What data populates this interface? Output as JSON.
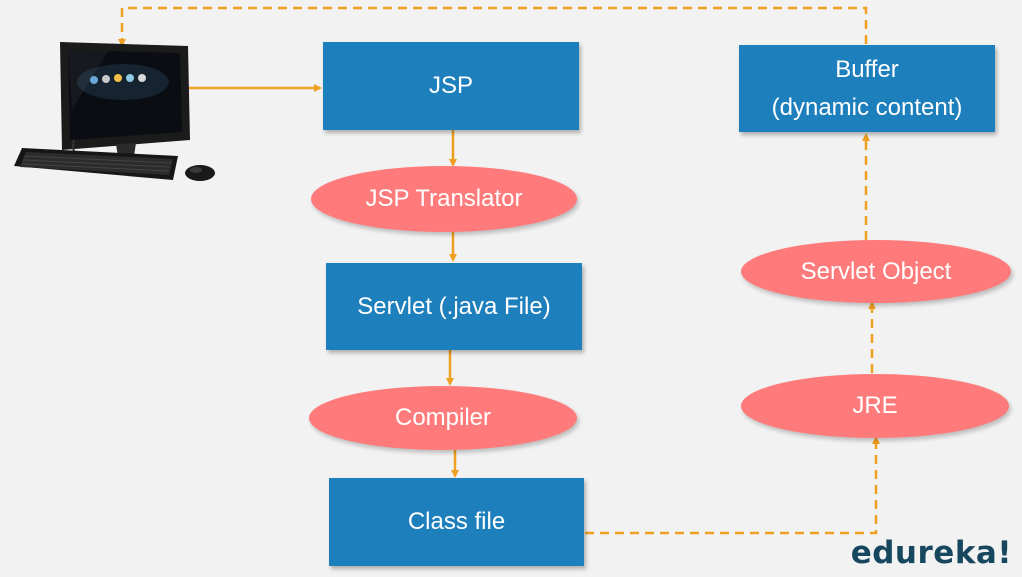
{
  "nodes": {
    "jsp": "JSP",
    "jsp_translator": "JSP Translator",
    "servlet_java": "Servlet (.java File)",
    "compiler": "Compiler",
    "class_file": "Class file",
    "jre": "JRE",
    "servlet_object": "Servlet Object",
    "buffer_line1": "Buffer",
    "buffer_line2": "(dynamic content)"
  },
  "logo": "edureka!",
  "colors": {
    "box": "#1e7fbd",
    "oval": "#ff7b7b",
    "arrow": "#f0a020",
    "background": "#f2f2f2",
    "logo": "#17475f"
  },
  "icons": {
    "client": "desktop-computer-icon"
  }
}
